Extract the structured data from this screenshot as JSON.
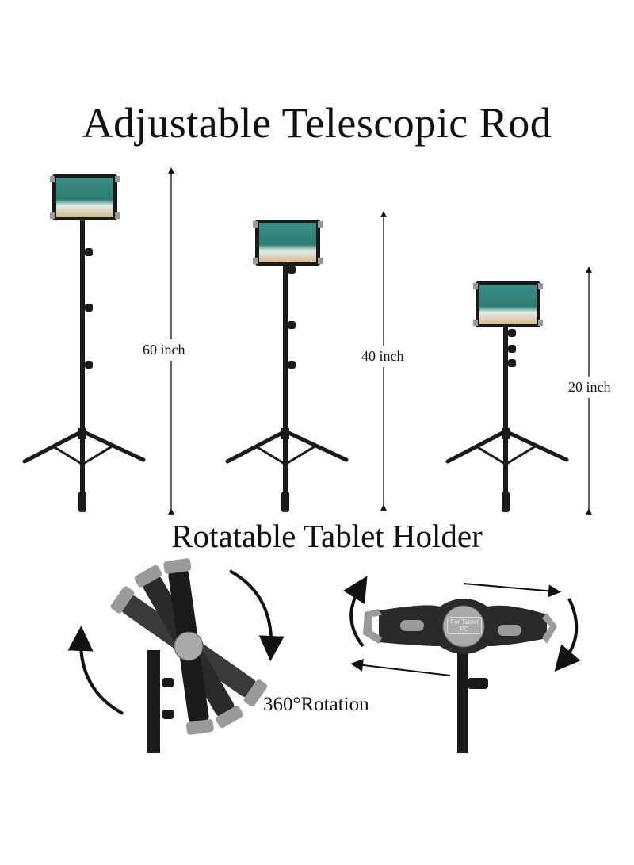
{
  "title": "Adjustable Telescopic Rod",
  "subtitle": "Rotatable Tablet Holder",
  "heights": [
    {
      "label": "60 inch"
    },
    {
      "label": "40 inch"
    },
    {
      "label": "20 inch"
    }
  ],
  "rotation_label": "360°Rotation",
  "holder_logo_text": "For Tablet PC",
  "colors": {
    "stand": "#1a1a1a",
    "grip": "#9a9a9a",
    "screen_sea": "#2f8f7f",
    "sand": "#d8b98a"
  }
}
